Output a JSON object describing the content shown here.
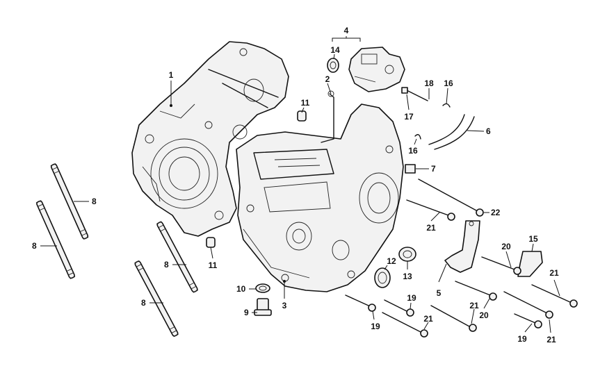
{
  "labels": [
    "1",
    "2",
    "3",
    "4",
    "5",
    "6",
    "7",
    "8",
    "9",
    "10",
    "11",
    "12",
    "13",
    "14",
    "15",
    "16",
    "17",
    "18",
    "19",
    "20",
    "21",
    "22"
  ],
  "colors": {
    "ink": "#111111",
    "paper": "#ffffff"
  }
}
